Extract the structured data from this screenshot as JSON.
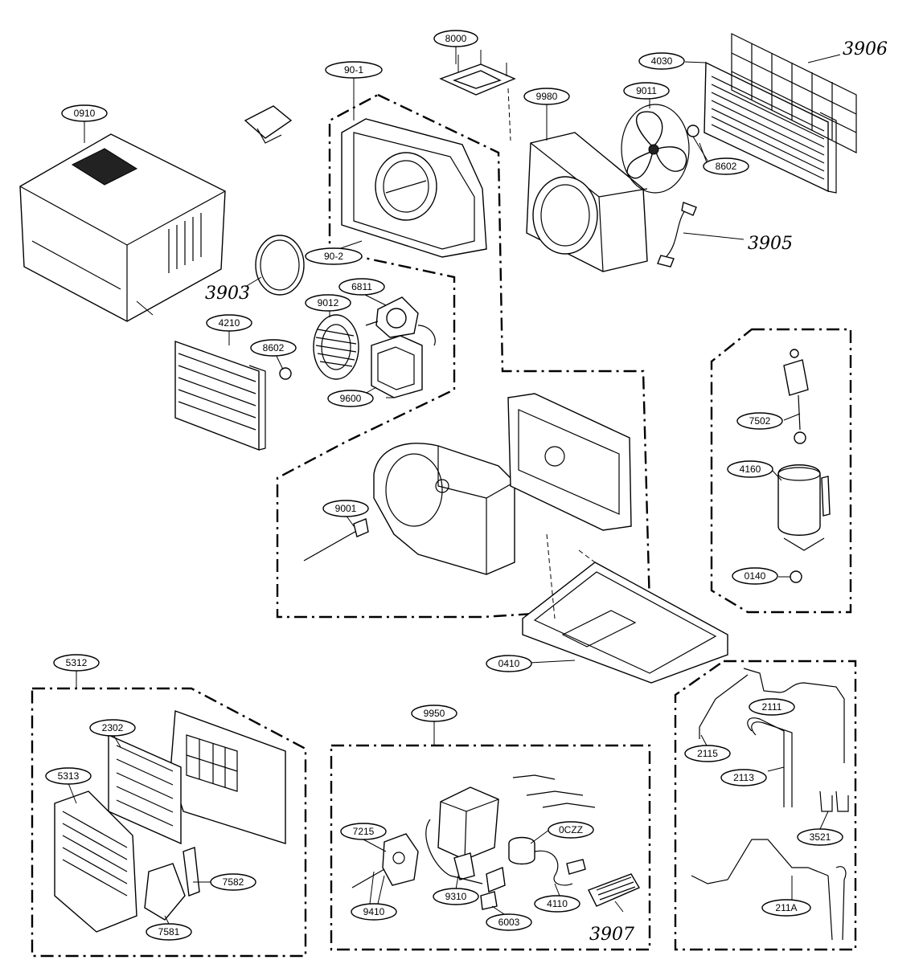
{
  "callouts": {
    "c8000": "8000",
    "c901": "90-1",
    "c4030": "4030",
    "c0910": "0910",
    "c9980": "9980",
    "c9011": "9011",
    "c8602a": "8602",
    "c902": "90-2",
    "c6811": "6811",
    "c9012": "9012",
    "c4210": "4210",
    "c8602b": "8602",
    "c9600": "9600",
    "c7502": "7502",
    "c4160": "4160",
    "c0140": "0140",
    "c9001": "9001",
    "c0410": "0410",
    "c5312": "5312",
    "c2302": "2302",
    "c5313": "5313",
    "c7582": "7582",
    "c7581": "7581",
    "c9950": "9950",
    "c7215": "7215",
    "c0czz": "0CZZ",
    "c9310": "9310",
    "c9410": "9410",
    "c4110": "4110",
    "c6003": "6003",
    "c2111": "2111",
    "c2115": "2115",
    "c2113": "2113",
    "c3521": "3521",
    "c211a": "211A"
  },
  "handwritten": {
    "h3906": "3906",
    "h3905": "3905",
    "h3903": "3903",
    "h3907": "3907"
  }
}
